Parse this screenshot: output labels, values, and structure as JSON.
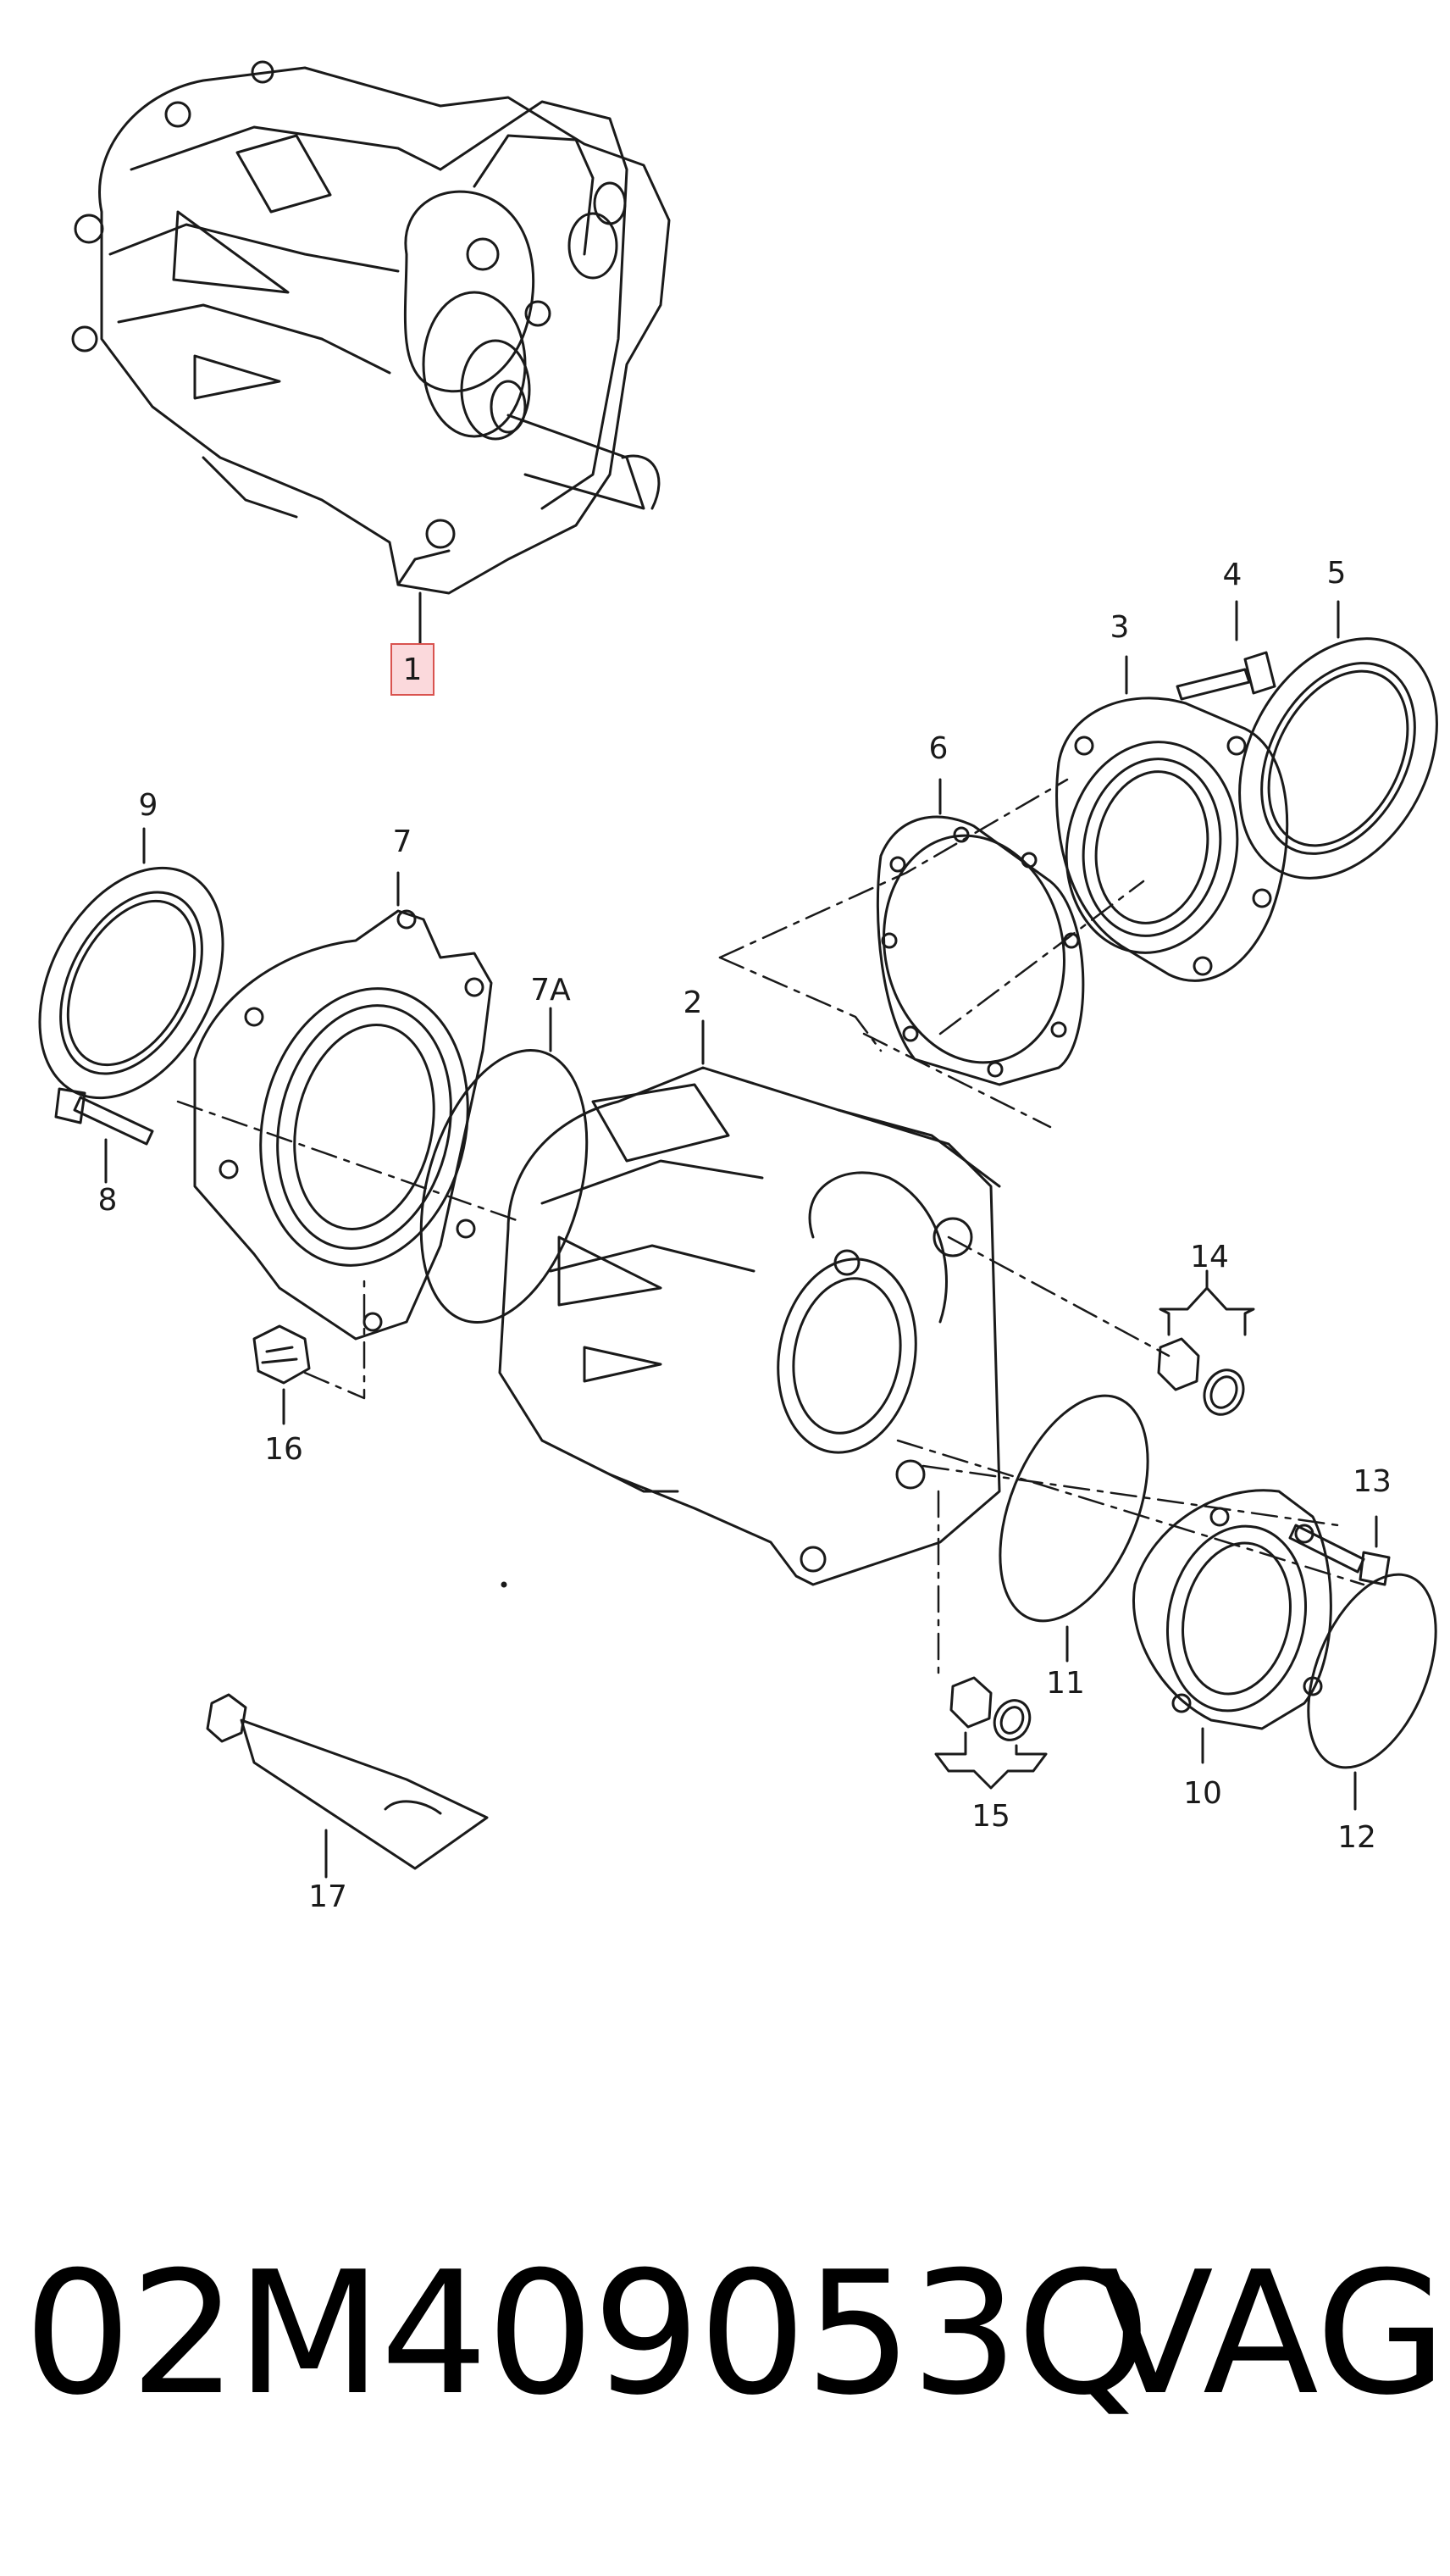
{
  "callouts": {
    "c1": "1",
    "c2": "2",
    "c3": "3",
    "c4": "4",
    "c5": "5",
    "c6": "6",
    "c7": "7",
    "c7a": "7A",
    "c8": "8",
    "c9": "9",
    "c10": "10",
    "c11": "11",
    "c12": "12",
    "c13": "13",
    "c14": "14",
    "c15": "15",
    "c16": "16",
    "c17": "17"
  },
  "footer": {
    "part_number": "02M409053Q",
    "brand": "VAG"
  },
  "colors": {
    "line": "#1a1a1a",
    "highlight_fill": "#fbd9dc",
    "highlight_stroke": "#d9534f"
  }
}
